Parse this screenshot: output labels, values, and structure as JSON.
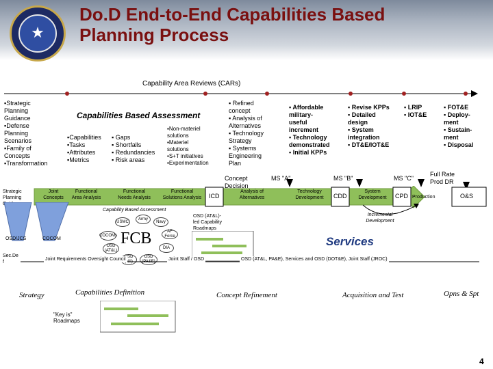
{
  "title": "DoD End-to-End Capabilities Based Planning Process",
  "title_lines": [
    "Do.D End-to-End Capabilities Based",
    "Planning Process"
  ],
  "car_label": "Capability Area Reviews (CARs)",
  "left_list": "▪Strategic\n  Planning\n  Guidance\n▪Defense\n  Planning\n  Scenarios\n▪Family of\n  Concepts\n▪Transformation",
  "cba_title": "Capabilities Based Assessment",
  "cba_col1": "▪Capabilities\n▪Tasks\n▪Attributes\n▪Metrics",
  "cba_col2": "▪ Gaps\n▪ Shortfalls\n▪ Redundancies\n▪ Risk areas",
  "cba_col3": "▪Non-materiel\n  solutions\n▪Materiel\n  solutions\n▪S+T initiatives\n▪Experimentation",
  "concept_list": "▪ Refined\n   concept\n▪ Analysis of\n   Alternatives\n▪ Technology\n   Strategy\n▪ Systems\n   Engineering\n   Plan",
  "concept_decision": "Concept\nDecision",
  "td_list": "▪ Affordable\n   military-\n   useful\n   increment\n▪ Technology\n   demonstrated\n▪ Initial KPPs",
  "sdd_list": "▪ Revise KPPs\n▪ Detailed\n   design\n▪ System\n   integration\n▪ DT&E/IOT&E",
  "prod_list": "▪ LRIP\n▪ IOT&E",
  "os_list": "▪ FOT&E\n▪ Deploy-\n   ment\n▪ Sustain-\n   ment\n▪ Disposal",
  "ms_a": "MS \"A\"",
  "ms_b": "MS \"B\"",
  "ms_c": "MS \"C\"",
  "frp": "Full Rate\nProd DR",
  "flow_labels": {
    "spg": "Strategic\nPlanning\nGuidance",
    "jc": "Joint\nConcepts",
    "faa": "Functional\nArea Analysis",
    "fna": "Functional\nNeeds Analysis",
    "fsa": "Functional\nSolutions Analysis",
    "icd": "ICD",
    "aoa": "Analysis of\nAlternatives",
    "tdev": "Technology\nDevelopment",
    "cdd": "CDD",
    "sysdev": "System\nDevelopment",
    "cpd": "CPD",
    "production": "Production",
    "os": "O&S"
  },
  "cba_small": "Capability Based Assessment",
  "osd_label": "OSD (AT&L)-\nled Capability\nRoadmaps",
  "incremental": "Incremental\nDevelopment",
  "osd_jcs": "OSD/JCS",
  "cocom": "COCOM",
  "fcb": "FCB",
  "fcb_ellipses": [
    "USMC",
    "Army",
    "Navy",
    "COCOMs",
    "AF\nForce",
    "OSD\n(AT&L)",
    "DIA",
    "OSD\n(PA&E)",
    "OSD\n(NII)"
  ],
  "services": "Services",
  "secdef": "Sec.De\nf",
  "jroc_council": "Joint Requirements Oversight Council",
  "joint_staff": "Joint Staff / OSD",
  "bottom_right": "OSD (AT&L, PA&E), Services and OSD (DOT&E), Joint Staff (JROC)",
  "phases": [
    "Strategy",
    "Capabilities Definition",
    "Concept Refinement",
    "Acquisition and Test",
    "Opns & Spt"
  ],
  "key_roadmaps": "\"Key is\"\nRoadmaps",
  "page_number": "4",
  "colors": {
    "title": "#7a1010",
    "green_arrow": "#8fbf5a",
    "blue_shape": "#7fa0dc",
    "slide_bg": "#ffffff"
  }
}
